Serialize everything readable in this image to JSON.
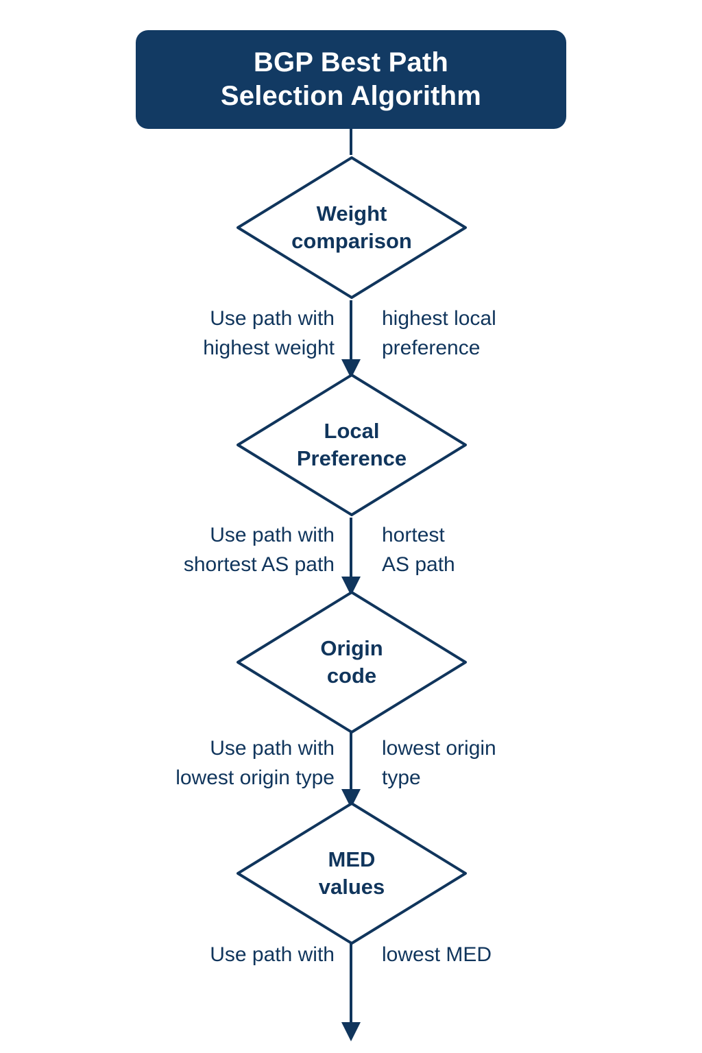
{
  "diagram": {
    "title": "BGP Best Path\nSelection Algorithm",
    "colors": {
      "navy_fill": "#123A63",
      "navy_stroke": "#10355C",
      "text_on_navy": "#FFFFFF",
      "background": "#FFFFFF"
    },
    "nodes": [
      {
        "id": "weight",
        "label": "Weight\ncomparison"
      },
      {
        "id": "localpref",
        "label": "Local\nPreference"
      },
      {
        "id": "origin",
        "label": "Origin\ncode"
      },
      {
        "id": "med",
        "label": "MED\nvalues"
      }
    ],
    "edges": [
      {
        "id": "edge-weight-to-localpref",
        "left_label": "Use path with\nhighest weight",
        "right_label": "highest local\npreference"
      },
      {
        "id": "edge-localpref-to-origin",
        "left_label": "Use path with\nshortest AS path",
        "right_label": "hortest\nAS path"
      },
      {
        "id": "edge-origin-to-med",
        "left_label": "Use path with\nlowest origin type",
        "right_label": "lowest origin\ntype"
      },
      {
        "id": "edge-med-to-exit",
        "left_label": "Use path with",
        "right_label": "lowest MED"
      }
    ]
  }
}
